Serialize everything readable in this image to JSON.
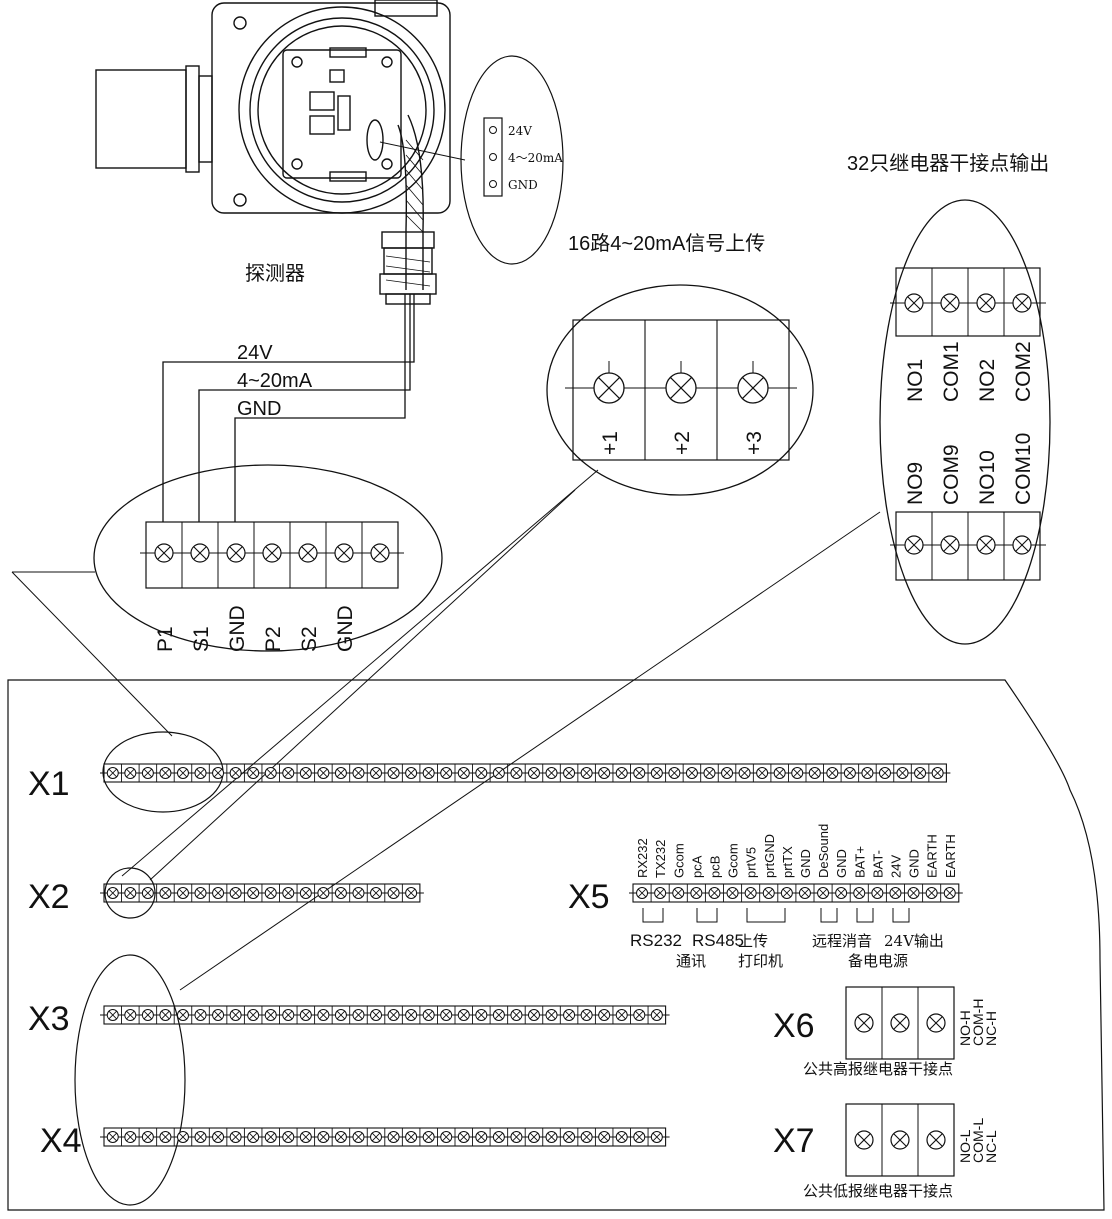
{
  "detector": {
    "caption": "探测器",
    "board_labels": [
      "24V",
      "4～20mA",
      "GND"
    ],
    "wires": [
      "24V",
      "4~20mA",
      "GND"
    ]
  },
  "zoom_x1": {
    "labels": [
      "P1",
      "S1",
      "GND",
      "P2",
      "S2",
      "GND"
    ]
  },
  "zoom_x2": {
    "title": "16路4~20mA信号上传",
    "labels": [
      "+1",
      "+2",
      "+3"
    ]
  },
  "zoom_x3": {
    "title": "32只继电器干接点输出",
    "top_labels": [
      "NO1",
      "COM1",
      "NO2",
      "COM2"
    ],
    "bottom_labels": [
      "NO9",
      "COM9",
      "NO10",
      "COM10"
    ]
  },
  "strips": {
    "x1": {
      "name": "X1",
      "count": 48
    },
    "x2": {
      "name": "X2",
      "count": 18
    },
    "x3": {
      "name": "X3",
      "count": 32
    },
    "x4": {
      "name": "X4",
      "count": 32
    }
  },
  "x5": {
    "name": "X5",
    "count": 18,
    "pins": [
      "RX232",
      "TX232",
      "Gcom",
      "pcA",
      "pcB",
      "Gcom",
      "prtV5",
      "prtGND",
      "prtTX",
      "GND",
      "DeSound",
      "GND",
      "BAT+",
      "BAT-",
      "24V",
      "GND",
      "EARTH",
      "EARTH"
    ],
    "groups": [
      "RS232",
      "RS485",
      "上传",
      "远程消音",
      "24V输出"
    ],
    "group_sub": [
      "通讯",
      "打印机",
      "备电电源"
    ]
  },
  "x6": {
    "name": "X6",
    "pins": [
      "NO-H",
      "COM-H",
      "NC-H"
    ],
    "caption": "公共高报继电器干接点"
  },
  "x7": {
    "name": "X7",
    "pins": [
      "NO-L",
      "COM-L",
      "NC-L"
    ],
    "caption": "公共低报继电器干接点"
  }
}
